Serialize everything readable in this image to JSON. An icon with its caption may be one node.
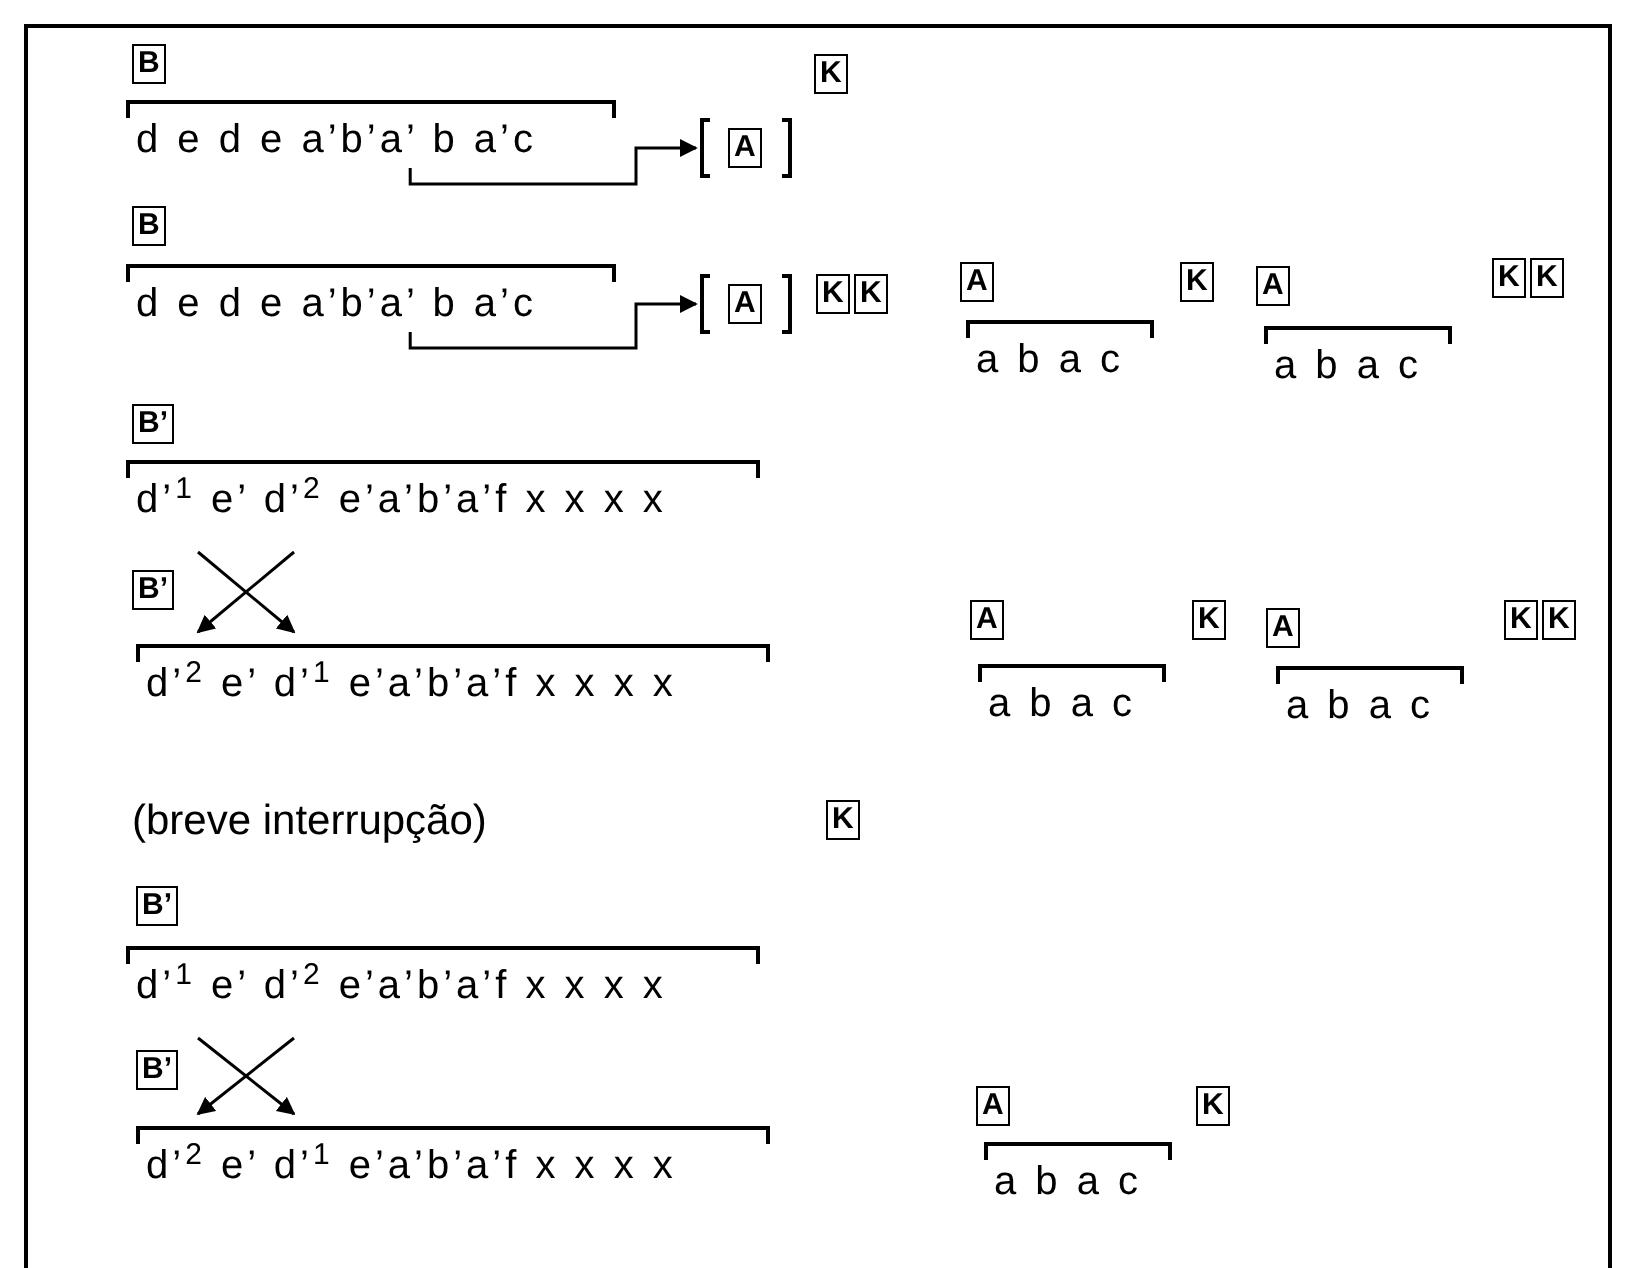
{
  "diagram": {
    "nodes": [
      {
        "text": [
          "B"
        ]
      },
      {
        "text": [
          "d e d e a’b’a’ b a’c"
        ]
      },
      {
        "text": [
          "A"
        ]
      },
      {
        "text": [
          "K"
        ]
      },
      {
        "text": [
          "B"
        ]
      },
      {
        "text": [
          "d e d e a’b’a’ b a’c"
        ]
      },
      {
        "text": [
          "A"
        ]
      },
      {
        "text": [
          "K"
        ]
      },
      {
        "text": [
          "K"
        ]
      },
      {
        "text": [
          "A"
        ]
      },
      {
        "text": [
          "a b a c"
        ]
      },
      {
        "text": [
          "K"
        ]
      },
      {
        "text": [
          "A"
        ]
      },
      {
        "text": [
          "a b a c"
        ]
      },
      {
        "text": [
          "K"
        ]
      },
      {
        "text": [
          "K"
        ]
      },
      {
        "text": [
          "B’"
        ]
      },
      {
        "text": [
          "d’$^{1}$ e’ d’$^{2}$ e’a’b’a’f x x x x"
        ]
      },
      {
        "text": [
          "B’"
        ]
      },
      {
        "text": [
          "d’$^{2}$ e’ d’$^{1}$ e’a’b’a’f x x x x"
        ]
      },
      {
        "text": [
          "A"
        ]
      },
      {
        "text": [
          "K"
        ]
      },
      {
        "text": [
          "A"
        ]
      },
      {
        "text": [
          "K"
        ]
      },
      {
        "text": [
          "K"
        ]
      },
      {
        "text": [
          "a b a c"
        ]
      },
      {
        "text": [
          "a b a c"
        ]
      },
      {
        "text": [
          "K"
        ]
      },
      {
        "text": [
          "B’"
        ]
      },
      {
        "text": [
          "d’$^{1}$ e’ d’$^{2}$ e’a’b’a’f x x x x"
        ]
      },
      {
        "text": [
          "B’"
        ]
      },
      {
        "text": [
          "d’$^{2}$ e’ d’$^{1}$ e’a’b’a’f x x x x"
        ]
      },
      {
        "text": [
          "A"
        ]
      },
      {
        "text": [
          "K"
        ]
      },
      {
        "text": [
          "a b a c"
        ]
      }
    ],
    "edges": [
      {
        "from": 1,
        "to": 2,
        "arrow": "to"
      },
      {
        "from": 5,
        "to": 6,
        "arrow": "to"
      },
      {
        "from": 17,
        "to": 19,
        "arrow": "to"
      },
      {
        "from": 17,
        "to": 19,
        "arrow": "to"
      },
      {
        "from": 29,
        "to": 31,
        "arrow": "to"
      },
      {
        "from": 29,
        "to": 31,
        "arrow": "to"
      }
    ],
    "labels": [
      "(breve interrupção)"
    ]
  }
}
